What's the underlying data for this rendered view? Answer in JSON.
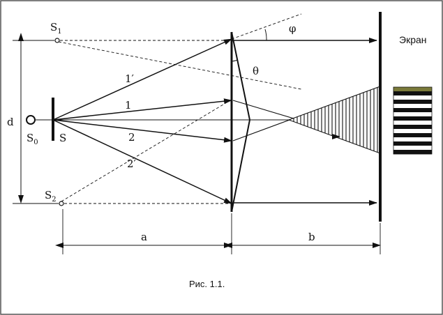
{
  "labels": {
    "s1_main": "S",
    "s1_sub": "1",
    "s2_main": "S",
    "s2_sub": "2",
    "s0_main": "S",
    "s0_sub": "0",
    "slit": "S",
    "phi": "φ",
    "theta": "θ",
    "d": "d",
    "a": "a",
    "b": "b",
    "ray_1prime": "1′",
    "ray_1": "1",
    "ray_2": "2",
    "ray_2prime": "2′",
    "screen": "Экран"
  },
  "caption": "Рис. 1.1.",
  "colors": {
    "line": "#111111",
    "fringe_dark": "#111111",
    "fringe_olive": "#7a7a3a",
    "fringe_light": "#ffffff",
    "frame": "#555555"
  },
  "fringe_pattern": [
    "olive",
    "dark",
    "light",
    "dark",
    "light",
    "dark",
    "light",
    "dark",
    "light",
    "dark",
    "light",
    "dark",
    "light",
    "dark",
    "light",
    "dark"
  ]
}
